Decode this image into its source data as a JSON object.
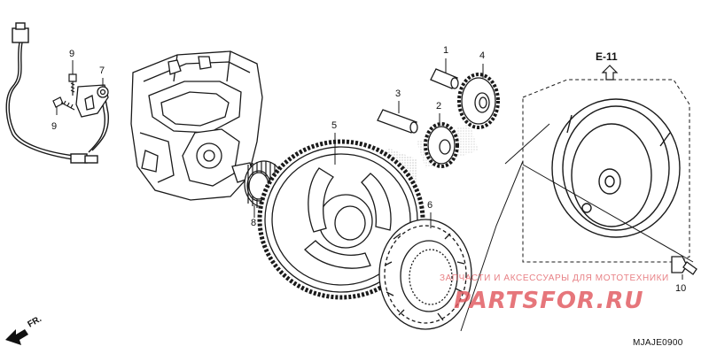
{
  "diagram": {
    "part_labels": [
      {
        "id": "1",
        "text": "1"
      },
      {
        "id": "2",
        "text": "2"
      },
      {
        "id": "3",
        "text": "3"
      },
      {
        "id": "4",
        "text": "4"
      },
      {
        "id": "5",
        "text": "5"
      },
      {
        "id": "6",
        "text": "6"
      },
      {
        "id": "7",
        "text": "7"
      },
      {
        "id": "8",
        "text": "8"
      },
      {
        "id": "9a",
        "text": "9"
      },
      {
        "id": "9b",
        "text": "9"
      },
      {
        "id": "10",
        "text": "10"
      }
    ],
    "reference": "E-11",
    "direction": "FR.",
    "diagram_code": "MJAJE0900"
  },
  "watermark": {
    "tagline": "ЗАПЧАСТИ И АКСЕССУАРЫ ДЛЯ МОТОТЕХНИКИ",
    "logo": "PARTSFOR.RU",
    "color": "#e0555b"
  },
  "colors": {
    "line": "#1a1a1a",
    "shade": "#bdbdbd",
    "fill": "#ffffff"
  }
}
